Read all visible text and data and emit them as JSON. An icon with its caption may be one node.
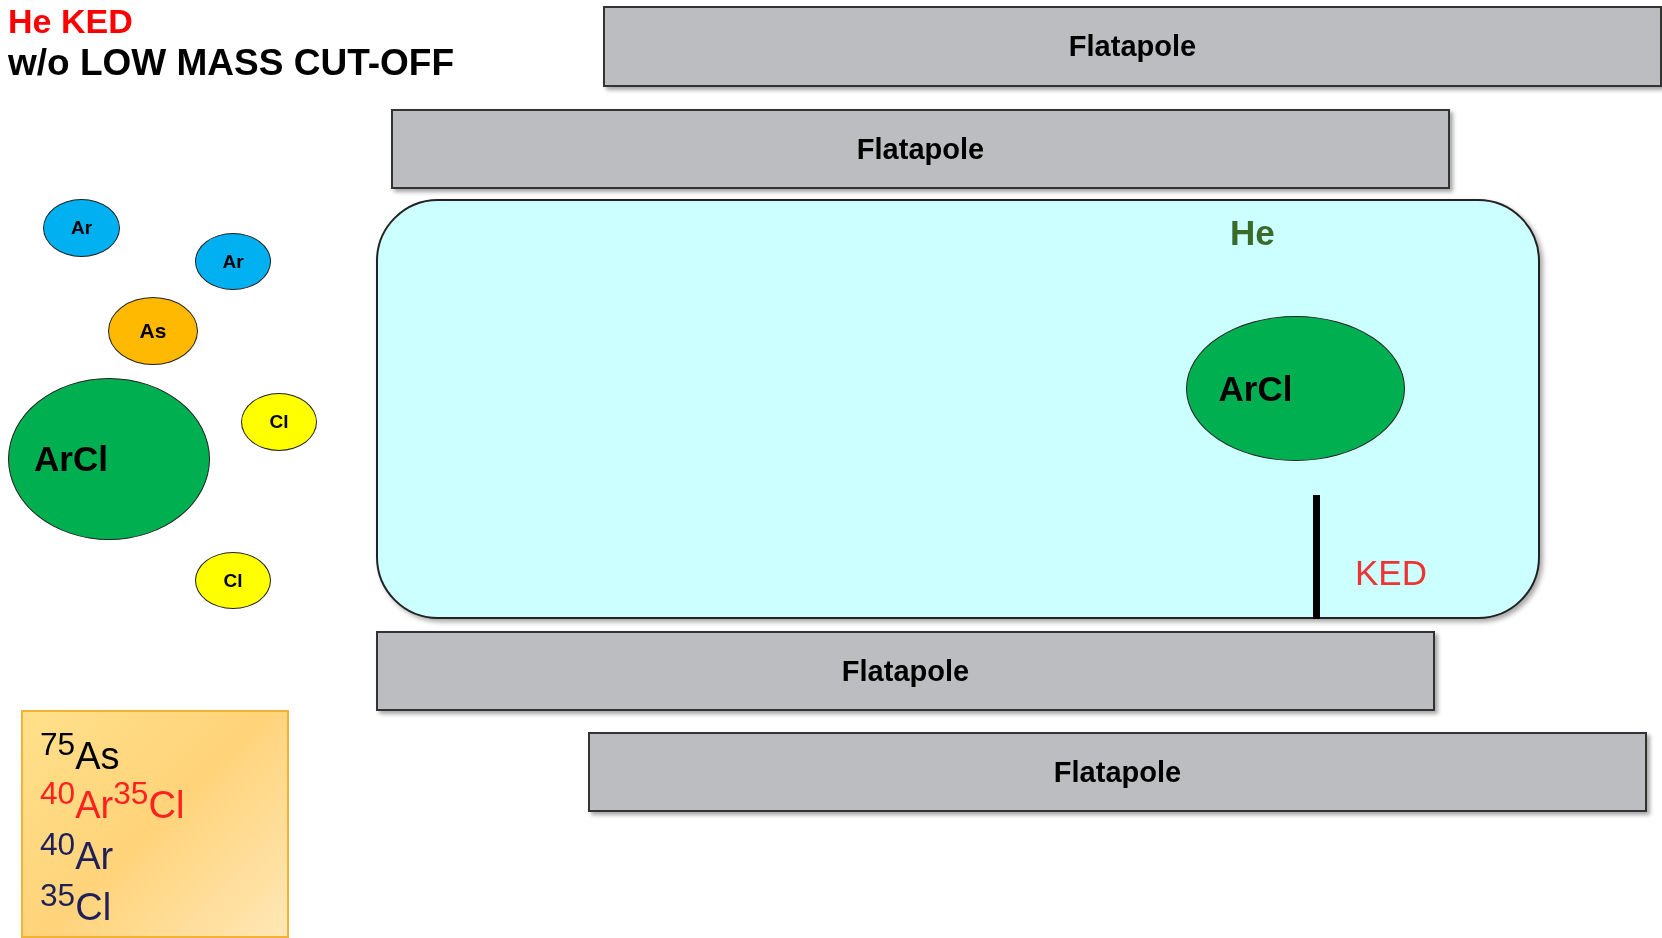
{
  "diagram": {
    "nodes": [
      {
        "text": [
          "Flatapole"
        ]
      },
      {
        "text": [
          "Flatapole"
        ]
      },
      {
        "text": [
          "Ar"
        ]
      },
      {
        "text": [
          "He"
        ]
      },
      {
        "text": [
          "Ar"
        ]
      },
      {
        "text": [
          "As"
        ]
      },
      {
        "text": [
          "ArCl"
        ],
        "in": 3
      },
      {
        "text": [
          "ArCl"
        ]
      },
      {
        "text": [
          "Cl"
        ]
      },
      {
        "text": [
          "Cl"
        ]
      },
      {
        "text": [
          "Flatapole"
        ]
      },
      {
        "text": [
          "Flatapole"
        ]
      }
    ],
    "labels": [
      "He KED",
      "w/o LOW MASS CUT-OFF",
      "KED",
      "$^{75}$As",
      "$^{40}$Ar$^{35}$Cl",
      "$^{40}$Ar",
      "$^{35}$Cl"
    ]
  }
}
